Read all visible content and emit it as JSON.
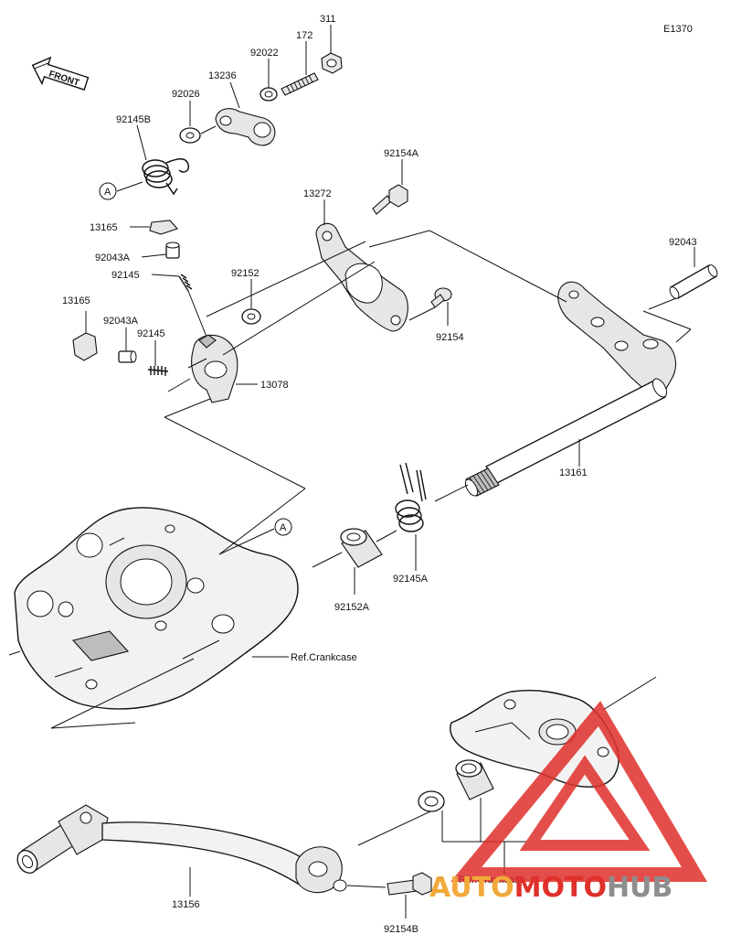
{
  "diagram_code": "E1370",
  "front_label": "FRONT",
  "ref_marker": "A",
  "parts": {
    "p311": "311",
    "p172": "172",
    "p92022": "92022",
    "p13236": "13236",
    "p92026": "92026",
    "p92145B": "92145B",
    "p92154A": "92154A",
    "p13272": "13272",
    "p92043": "92043",
    "p13165_a": "13165",
    "p92043A_a": "92043A",
    "p92145_a": "92145",
    "p92152": "92152",
    "p13165_b": "13165",
    "p92043A_b": "92043A",
    "p92145_b": "92145",
    "p92154": "92154",
    "p13078": "13078",
    "p13161": "13161",
    "p92145A": "92145A",
    "p92152A": "92152A",
    "p13156": "13156",
    "p92154B": "92154B"
  },
  "refs": {
    "crankcase_upper": "Ref.Crankcase",
    "crankcase_lower": "Ref.Crankcase"
  },
  "watermark": {
    "part1": "AUTO",
    "part2": "MOTO",
    "part3": "HUB",
    "color1": "#f2a93b",
    "color2": "#e0302b",
    "color3": "#8e8e8e"
  }
}
